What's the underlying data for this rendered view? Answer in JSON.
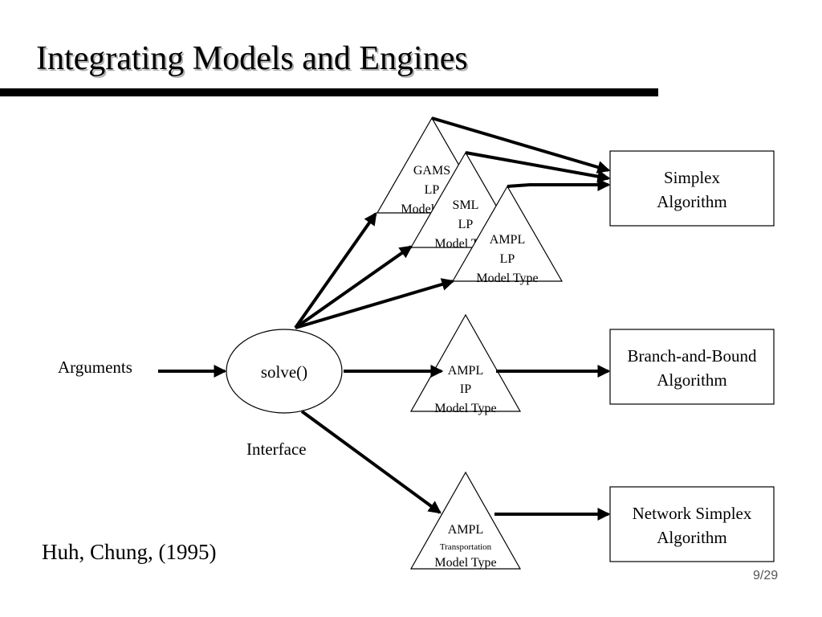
{
  "slide": {
    "title": "Integrating Models and Engines",
    "citation": "Huh, Chung, (1995)",
    "page_number": "9/29"
  },
  "diagram": {
    "arguments_label": "Arguments",
    "interface_label": "Interface",
    "solve_label": "solve()",
    "models": {
      "gams_lp": [
        "GAMS",
        "LP",
        "Model Type"
      ],
      "sml_lp": [
        "SML",
        "LP",
        "Model Type"
      ],
      "ampl_lp": [
        "AMPL",
        "LP",
        "Model Type"
      ],
      "ampl_ip": [
        "AMPL",
        "IP",
        "Model Type"
      ],
      "ampl_transport": [
        "AMPL",
        "Transportation",
        "Model Type"
      ]
    },
    "engines": {
      "simplex": [
        "Simplex",
        "Algorithm"
      ],
      "branch_bound": [
        "Branch-and-Bound",
        "Algorithm"
      ],
      "network_simplex": [
        "Network Simplex",
        "Algorithm"
      ]
    }
  }
}
